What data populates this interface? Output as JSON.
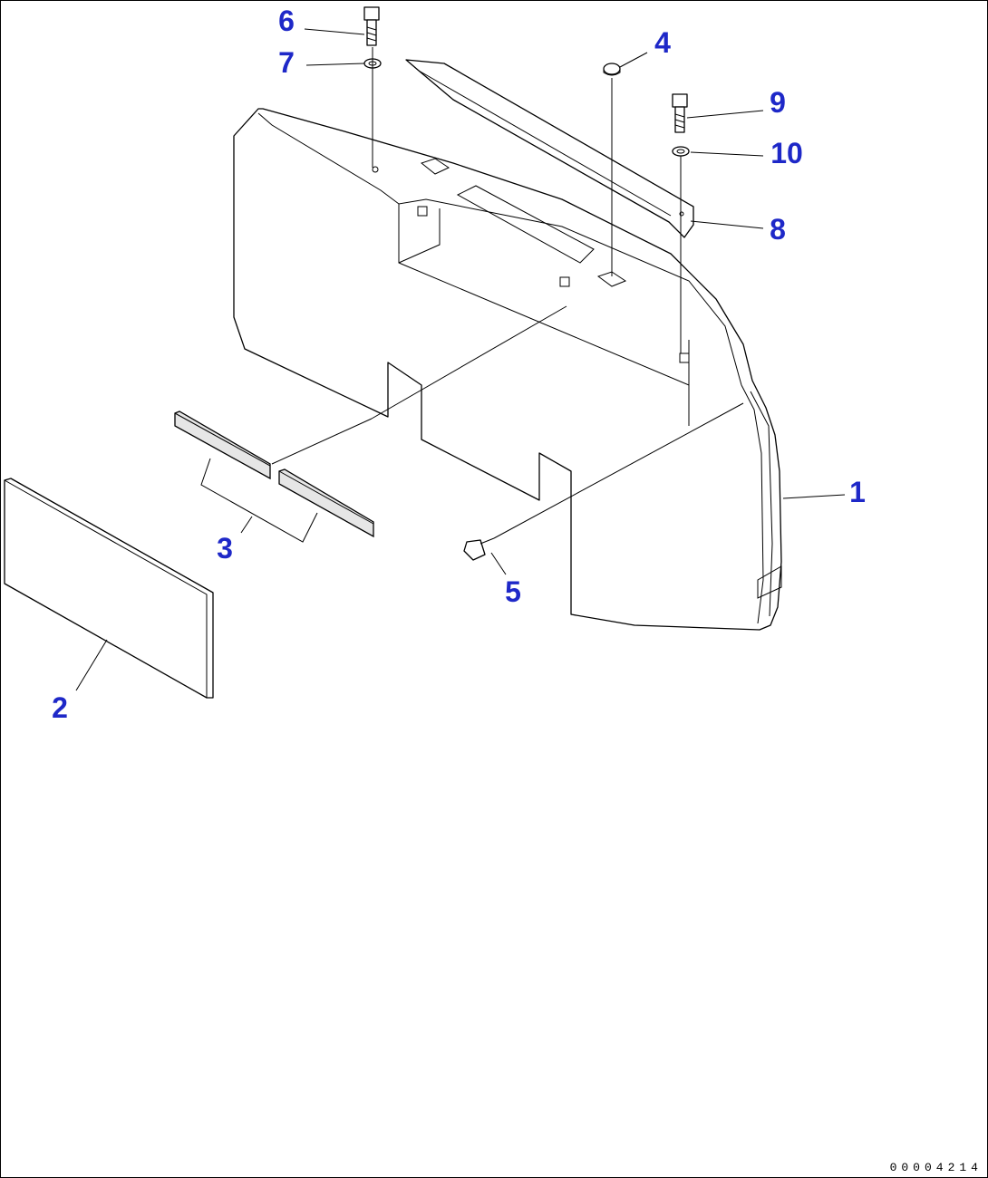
{
  "diagram": {
    "parts": [
      {
        "id": "part-1",
        "callout": "1"
      },
      {
        "id": "part-2",
        "callout": "2"
      },
      {
        "id": "part-3",
        "callout": "3"
      },
      {
        "id": "part-4",
        "callout": "4"
      },
      {
        "id": "part-5",
        "callout": "5"
      },
      {
        "id": "part-6",
        "callout": "6"
      },
      {
        "id": "part-7",
        "callout": "7"
      },
      {
        "id": "part-8",
        "callout": "8"
      },
      {
        "id": "part-9",
        "callout": "9"
      },
      {
        "id": "part-10",
        "callout": "10"
      }
    ],
    "drawing_number": "00004214",
    "callout_color": "#1e28c8"
  }
}
